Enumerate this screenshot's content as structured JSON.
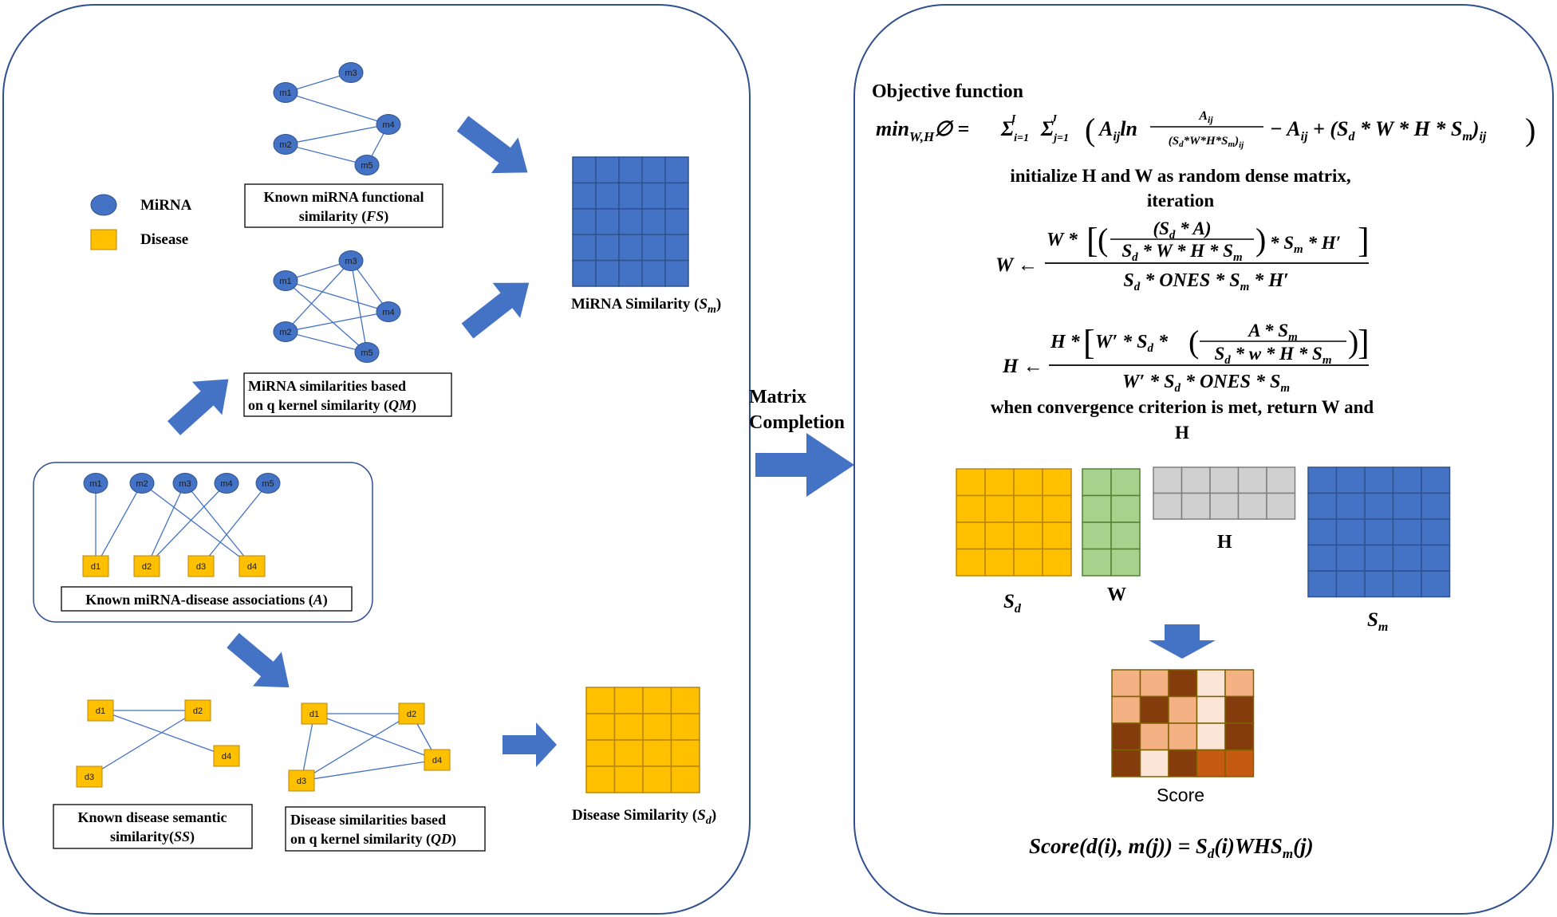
{
  "legend": {
    "mirna_label": "MiRNA",
    "disease_label": "Disease"
  },
  "labels": {
    "fs_box_line1": "Known miRNA functional",
    "fs_box_line2_pre": "similarity (",
    "fs_box_abbr": "FS",
    "qm_box_line1": "MiRNA similarities based",
    "qm_box_line2_pre": "on q kernel similarity (",
    "qm_box_abbr": "QM",
    "assoc_label_pre": "Known miRNA-disease associations (",
    "assoc_abbr": "A",
    "ss_box_line1": "Known disease semantic",
    "ss_box_line2_pre": "similarity(",
    "ss_box_abbr": "SS",
    "qd_box_line1": "Disease similarities based",
    "qd_box_line2_pre": "on q kernel similarity (",
    "qd_box_abbr": "QD",
    "mirna_sim_pre": "MiRNA Similarity (",
    "mirna_sim_sym": "S",
    "mirna_sim_sub": "m",
    "disease_sim_pre": "Disease Similarity (",
    "disease_sim_sym": "S",
    "disease_sim_sub": "d",
    "close_paren": ")",
    "matrix_completion_line1": "Matrix",
    "matrix_completion_line2": "Completion"
  },
  "mirna_nodes": [
    "m1",
    "m2",
    "m3",
    "m4",
    "m5"
  ],
  "disease_nodes": [
    "d1",
    "d2",
    "d3",
    "d4"
  ],
  "right_panel": {
    "objective_title": "Objective function",
    "init_line": "initialize H and W as random dense matrix,",
    "iteration": "iteration",
    "convergence_line1": "when convergence criterion is met, return W and",
    "convergence_line2": "H",
    "label_sd": "S",
    "label_sd_sub": "d",
    "label_w": "W",
    "label_h": "H",
    "label_sm": "S",
    "label_sm_sub": "m",
    "score_label": "Score"
  },
  "formulas": {
    "objective": "min_{W,H}∅ = Σ_{i=1}^{I} Σ_{j=1}^{J} ( A_ij ln A_ij/(S_d*W*H*S_m)_ij − A_ij + (S_d*W*H*S_m)_ij )",
    "w_update": "W ← W * [ ( (S_d * A) / (S_d * W * H * S_m) ) * S_m * H′ ] / ( S_d * ONES * S_m * H′ )",
    "h_update": "H ← H * [ W′ * S_d * ( (A * S_m) / (S_d * w * H * S_m) ) ] / ( W′ * S_d * ONES * S_m )",
    "score": "Score(d(i), m(j)) = S_d(i)WHS_m(j)"
  },
  "colors": {
    "mirna_blue": "#4472c4",
    "disease_gold": "#ffc000",
    "w_green": "#a9d18e",
    "h_gray": "#d0d0d0",
    "arrow_blue": "#4472c4",
    "panel_border": "#2f4f8f"
  },
  "score_matrix_colors": [
    [
      "#f4b183",
      "#f4b183",
      "#843c0c",
      "#fbe5d6",
      "#f4b183"
    ],
    [
      "#f4b183",
      "#843c0c",
      "#f4b183",
      "#fbe5d6",
      "#843c0c"
    ],
    [
      "#843c0c",
      "#f4b183",
      "#f4b183",
      "#fbe5d6",
      "#843c0c"
    ],
    [
      "#843c0c",
      "#fbe5d6",
      "#843c0c",
      "#c55a11",
      "#c55a11"
    ]
  ]
}
